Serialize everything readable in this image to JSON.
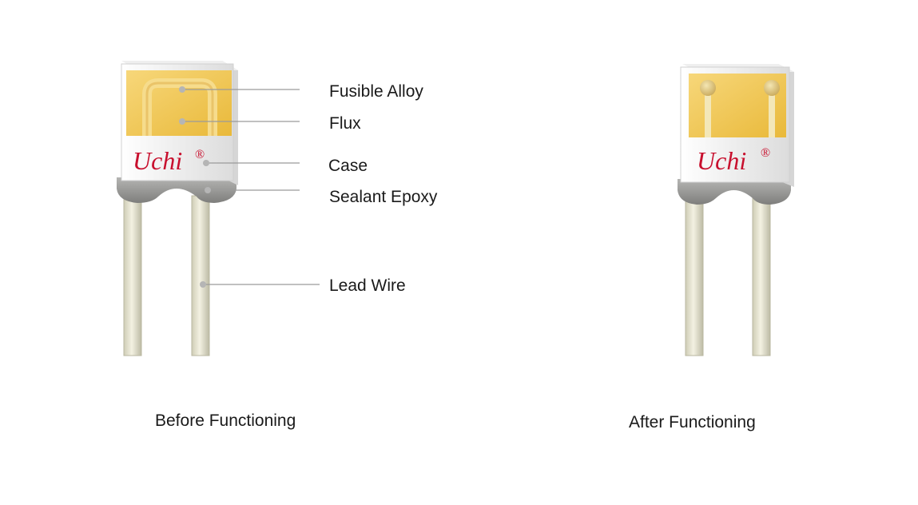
{
  "brand": {
    "logo_text": "Uchi",
    "registered_mark": "®",
    "logo_color": "#c8102e"
  },
  "callouts": {
    "fusible_alloy": "Fusible Alloy",
    "flux": "Flux",
    "case": "Case",
    "sealant_epoxy": "Sealant Epoxy",
    "lead_wire": "Lead Wire"
  },
  "captions": {
    "before": "Before Functioning",
    "after": "After Functioning"
  },
  "colors": {
    "flux_amber": "#f2c94c",
    "alloy_gold": "#e8b95a",
    "case_white": "#f2f2f0",
    "epoxy_gray": "#9a9a98",
    "lead_cream": "#e6e4cf",
    "leader_line": "#9a9a9a"
  }
}
